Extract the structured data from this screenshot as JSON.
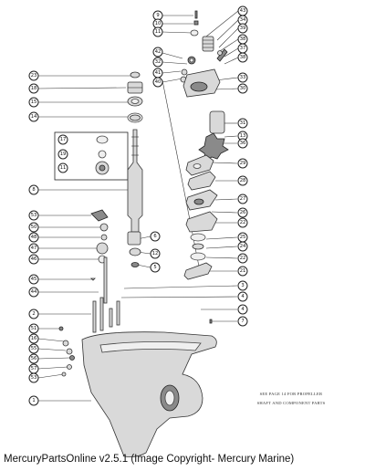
{
  "caption": "MercuryPartsOnline v2.5.1 (Image Copyright- Mercury Marine)",
  "note": {
    "line1": "SEE PAGE 14 FOR PROPELLER",
    "line2": "SHAFT AND COMPONENT PARTS"
  },
  "callouts": [
    {
      "id": "9",
      "label": "9"
    },
    {
      "id": "10",
      "label": "10"
    },
    {
      "id": "11a",
      "label": "11"
    },
    {
      "id": "42",
      "label": "42"
    },
    {
      "id": "32",
      "label": "32"
    },
    {
      "id": "41",
      "label": "41"
    },
    {
      "id": "40",
      "label": "40"
    },
    {
      "id": "43",
      "label": "43"
    },
    {
      "id": "34",
      "label": "34"
    },
    {
      "id": "39",
      "label": "39"
    },
    {
      "id": "38a",
      "label": "38"
    },
    {
      "id": "37",
      "label": "37"
    },
    {
      "id": "38b",
      "label": "38"
    },
    {
      "id": "33",
      "label": "33"
    },
    {
      "id": "30",
      "label": "30"
    },
    {
      "id": "23",
      "label": "23"
    },
    {
      "id": "18",
      "label": "18"
    },
    {
      "id": "15",
      "label": "15"
    },
    {
      "id": "14",
      "label": "14"
    },
    {
      "id": "31",
      "label": "31"
    },
    {
      "id": "13",
      "label": "13"
    },
    {
      "id": "36",
      "label": "36"
    },
    {
      "id": "17",
      "label": "17"
    },
    {
      "id": "19",
      "label": "19"
    },
    {
      "id": "11b",
      "label": "11"
    },
    {
      "id": "29",
      "label": "29"
    },
    {
      "id": "28",
      "label": "28"
    },
    {
      "id": "8",
      "label": "8"
    },
    {
      "id": "27",
      "label": "27"
    },
    {
      "id": "26",
      "label": "26"
    },
    {
      "id": "22a",
      "label": "22"
    },
    {
      "id": "53",
      "label": "53"
    },
    {
      "id": "50",
      "label": "50"
    },
    {
      "id": "48",
      "label": "48"
    },
    {
      "id": "47",
      "label": "47"
    },
    {
      "id": "46",
      "label": "46"
    },
    {
      "id": "6",
      "label": "6"
    },
    {
      "id": "12",
      "label": "12"
    },
    {
      "id": "25",
      "label": "25"
    },
    {
      "id": "24",
      "label": "24"
    },
    {
      "id": "22b",
      "label": "22"
    },
    {
      "id": "5",
      "label": "5"
    },
    {
      "id": "21",
      "label": "21"
    },
    {
      "id": "45",
      "label": "45"
    },
    {
      "id": "44",
      "label": "44"
    },
    {
      "id": "3",
      "label": "3"
    },
    {
      "id": "4",
      "label": "4"
    },
    {
      "id": "2",
      "label": "2"
    },
    {
      "id": "51",
      "label": "51"
    },
    {
      "id": "4b",
      "label": "4"
    },
    {
      "id": "7",
      "label": "7"
    },
    {
      "id": "16",
      "label": "16"
    },
    {
      "id": "55",
      "label": "55"
    },
    {
      "id": "56",
      "label": "56"
    },
    {
      "id": "57",
      "label": "57"
    },
    {
      "id": "53b",
      "label": "53"
    },
    {
      "id": "1",
      "label": "1"
    }
  ]
}
